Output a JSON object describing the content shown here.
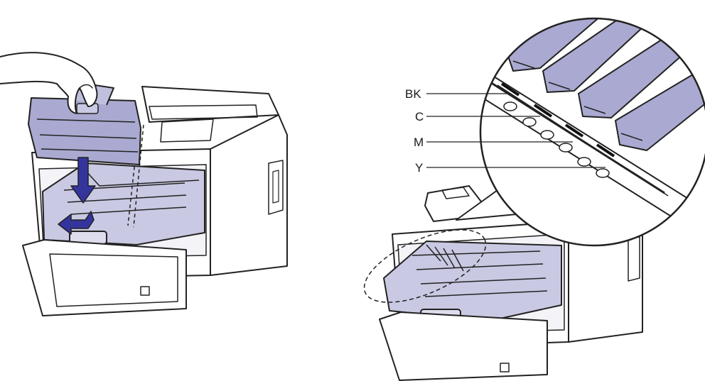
{
  "labels": {
    "bk": "BK",
    "c": "C",
    "m": "M",
    "y": "Y"
  },
  "colors": {
    "cartridge": "#a9a9d1",
    "cartridge_dark": "#7f7fae",
    "arrow": "#34359c",
    "outline": "#222222",
    "body": "#ffffff"
  }
}
